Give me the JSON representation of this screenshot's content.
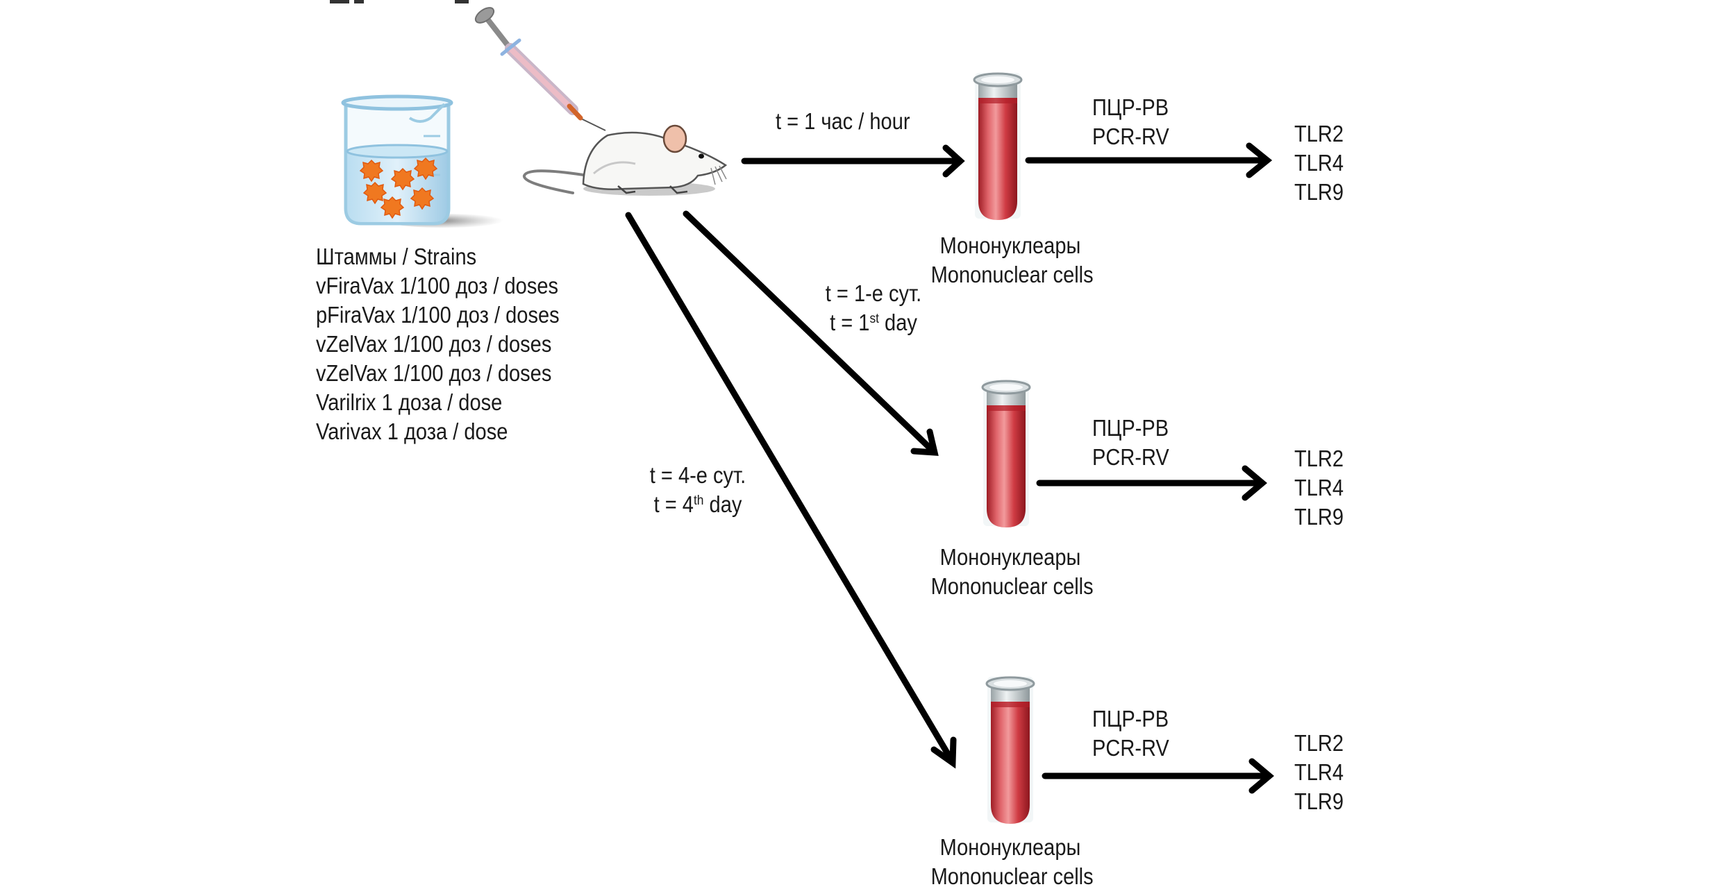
{
  "diagram": {
    "strains": {
      "heading": "Штаммы / Strains",
      "items": [
        "vFiraVax 1/100 доз / doses",
        "pFiraVax 1/100 доз / doses",
        "vZelVax 1/100 доз / doses",
        "vZelVax 1/100 доз / doses",
        "Varilrix 1 доза / dose",
        "Varivax 1 доза / dose"
      ]
    },
    "timepoints": [
      {
        "label_ru": "t = 1 час / hour"
      },
      {
        "label_ru": "t = 1-е сут.",
        "label_en_prefix": "t = 1",
        "label_en_sup": "st",
        "label_en_suffix": " day"
      },
      {
        "label_ru": "t = 4-е сут.",
        "label_en_prefix": "t = 4",
        "label_en_sup": "th",
        "label_en_suffix": " day"
      }
    ],
    "branches": [
      {
        "sample_ru": "Мононуклеары",
        "sample_en": "Mononuclear cells",
        "method_ru": "ПЦР-РВ",
        "method_en": "PCR-RV",
        "targets": [
          "TLR2",
          "TLR4",
          "TLR9"
        ]
      },
      {
        "sample_ru": "Мононуклеары",
        "sample_en": "Mononuclear cells",
        "method_ru": "ПЦР-РВ",
        "method_en": "PCR-RV",
        "targets": [
          "TLR2",
          "TLR4",
          "TLR9"
        ]
      },
      {
        "sample_ru": "Мононуклеары",
        "sample_en": "Mononuclear cells",
        "method_ru": "ПЦР-РВ",
        "method_en": "PCR-RV",
        "targets": [
          "TLR2",
          "TLR4",
          "TLR9"
        ]
      }
    ],
    "colors": {
      "arrow": "#000000",
      "blood": "#c8323a",
      "liquid": "#a9d4ec",
      "strain_particle": "#f07820",
      "text": "#1a1a1a"
    }
  }
}
